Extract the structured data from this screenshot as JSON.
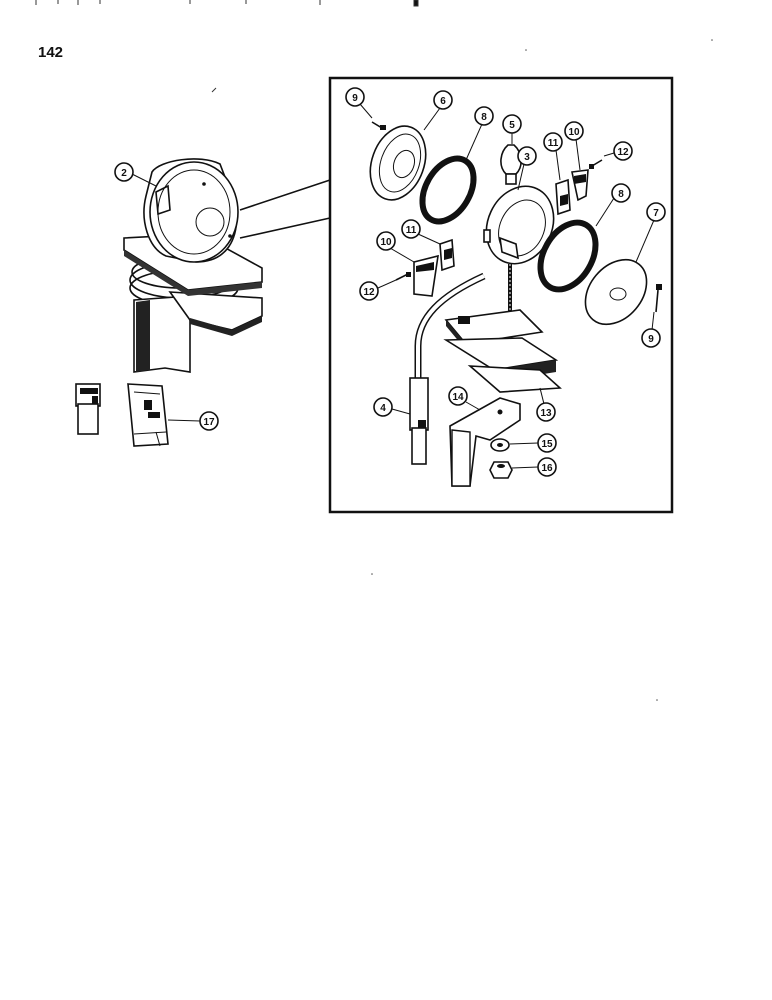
{
  "page": {
    "number": "142"
  },
  "callouts": {
    "c2": "2",
    "c3": "3",
    "c4": "4",
    "c5": "5",
    "c6": "6",
    "c7": "7",
    "c8a": "8",
    "c8b": "8",
    "c9a": "9",
    "c9b": "9",
    "c10a": "10",
    "c10b": "10",
    "c11a": "11",
    "c11b": "11",
    "c12a": "12",
    "c12b": "12",
    "c13": "13",
    "c14": "14",
    "c15": "15",
    "c16": "16",
    "c17": "17"
  }
}
